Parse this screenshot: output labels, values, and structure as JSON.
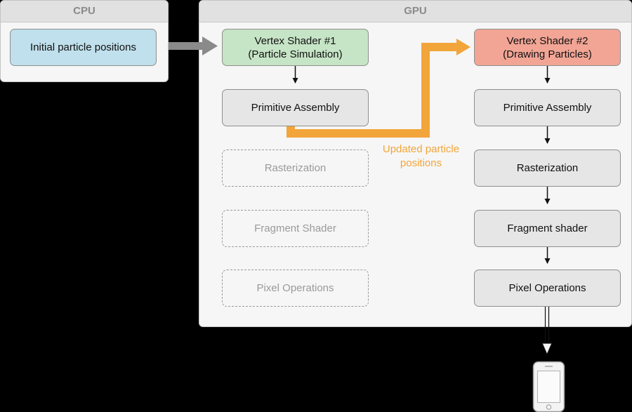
{
  "cpu": {
    "title": "CPU",
    "initial_positions": "Initial particle positions"
  },
  "gpu": {
    "title": "GPU",
    "pass1": {
      "vertex_line1": "Vertex Shader #1",
      "vertex_line2": "(Particle Simulation)",
      "primitive": "Primitive Assembly",
      "raster": "Rasterization",
      "fragment": "Fragment Shader",
      "pixel": "Pixel Operations"
    },
    "pass2": {
      "vertex_line1": "Vertex Shader #2",
      "vertex_line2": "(Drawing Particles)",
      "primitive": "Primitive Assembly",
      "raster": "Rasterization",
      "fragment": "Fragment shader",
      "pixel": "Pixel Operations"
    },
    "feedback_line1": "Updated particle",
    "feedback_line2": "positions"
  },
  "colors": {
    "cpu_box": "#bfe0ec",
    "vertex1": "#c6e4c6",
    "vertex2": "#f2a595",
    "stage": "#e6e6e6",
    "feedback_arrow": "#f2a53a",
    "transfer_arrow": "#8a8a8a"
  },
  "icons": {
    "output_device": "phone-icon"
  }
}
